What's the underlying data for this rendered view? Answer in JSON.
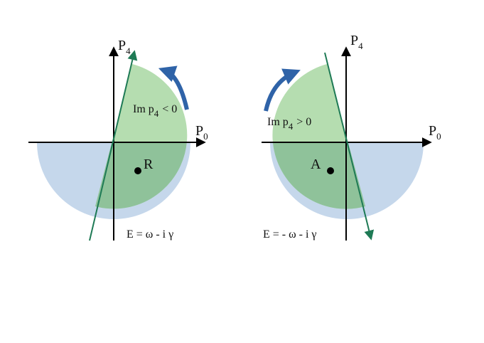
{
  "left_panel": {
    "axis_vertical": "P",
    "axis_vertical_sub": "4",
    "axis_horizontal": "P",
    "axis_horizontal_sub": "0",
    "region_label_main": "Im p",
    "region_label_sub": "4",
    "region_label_rel": "<  0",
    "point_label": "R",
    "energy_label": "E = ω - i γ"
  },
  "right_panel": {
    "axis_vertical": "P",
    "axis_vertical_sub": "4",
    "axis_horizontal": "P",
    "axis_horizontal_sub": "0",
    "region_label_main": "Im p",
    "region_label_sub": "4",
    "region_label_rel": ">  0",
    "point_label": "A",
    "energy_label": "E = - ω - i γ"
  },
  "colors": {
    "blue_region": "#c5d7eb",
    "green_region": "#b5ddb0",
    "overlap_region": "#8fc29a",
    "green_line": "#1e7a55",
    "rotation_arrow": "#2f63a8",
    "axis": "#000000"
  },
  "icons": {
    "rotation_arrow": "curved-arrow-icon",
    "point": "dot-icon"
  }
}
